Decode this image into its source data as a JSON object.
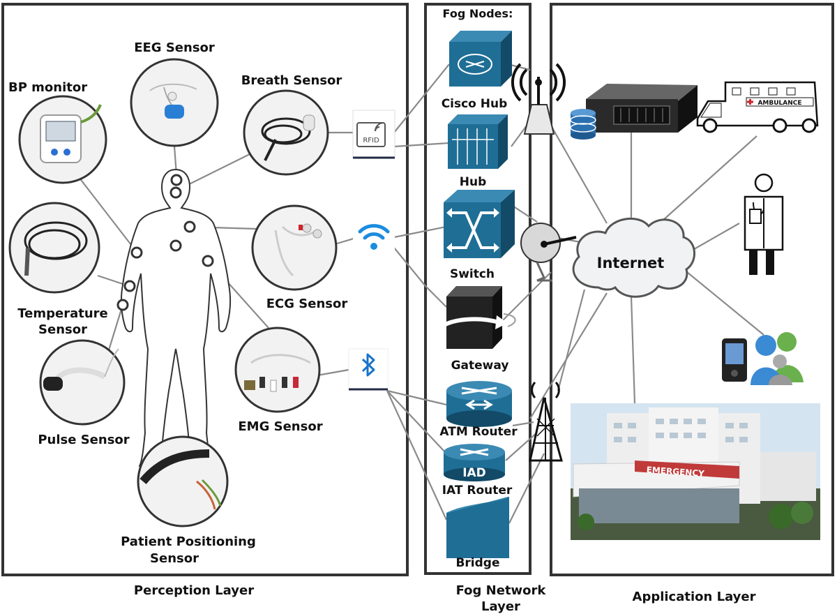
{
  "layers": {
    "perception": "Perception Layer",
    "fog_network": [
      "Fog Network",
      "Layer"
    ],
    "application": "Application Layer"
  },
  "fog": {
    "title": "Fog Nodes:",
    "nodes": {
      "cisco_hub": "Cisco Hub",
      "hub": "Hub",
      "switch": "Switch",
      "gateway": "Gateway",
      "atm_router": "ATM Router",
      "iat_router": "IAT Router",
      "iad_badge": "IAD",
      "bridge": "Bridge"
    }
  },
  "sensors": {
    "eeg": "EEG Sensor",
    "breath": "Breath Sensor",
    "bp": "BP monitor",
    "ecg": "ECG Sensor",
    "temperature": [
      "Temperature",
      "Sensor"
    ],
    "pulse": "Pulse Sensor",
    "emg": "EMG Sensor",
    "positioning": [
      "Patient Positioning",
      "Sensor"
    ]
  },
  "connectivity": {
    "rfid": "RFID"
  },
  "application": {
    "internet": "Internet",
    "ambulance": "AMBULANCE",
    "emergency": "EMERGENCY"
  },
  "colors": {
    "network_blue": "#1f6e96",
    "wifi_blue": "#1a8ce0",
    "bluetooth_blue": "#1a73c8",
    "ambulance_red": "#d2232a"
  }
}
